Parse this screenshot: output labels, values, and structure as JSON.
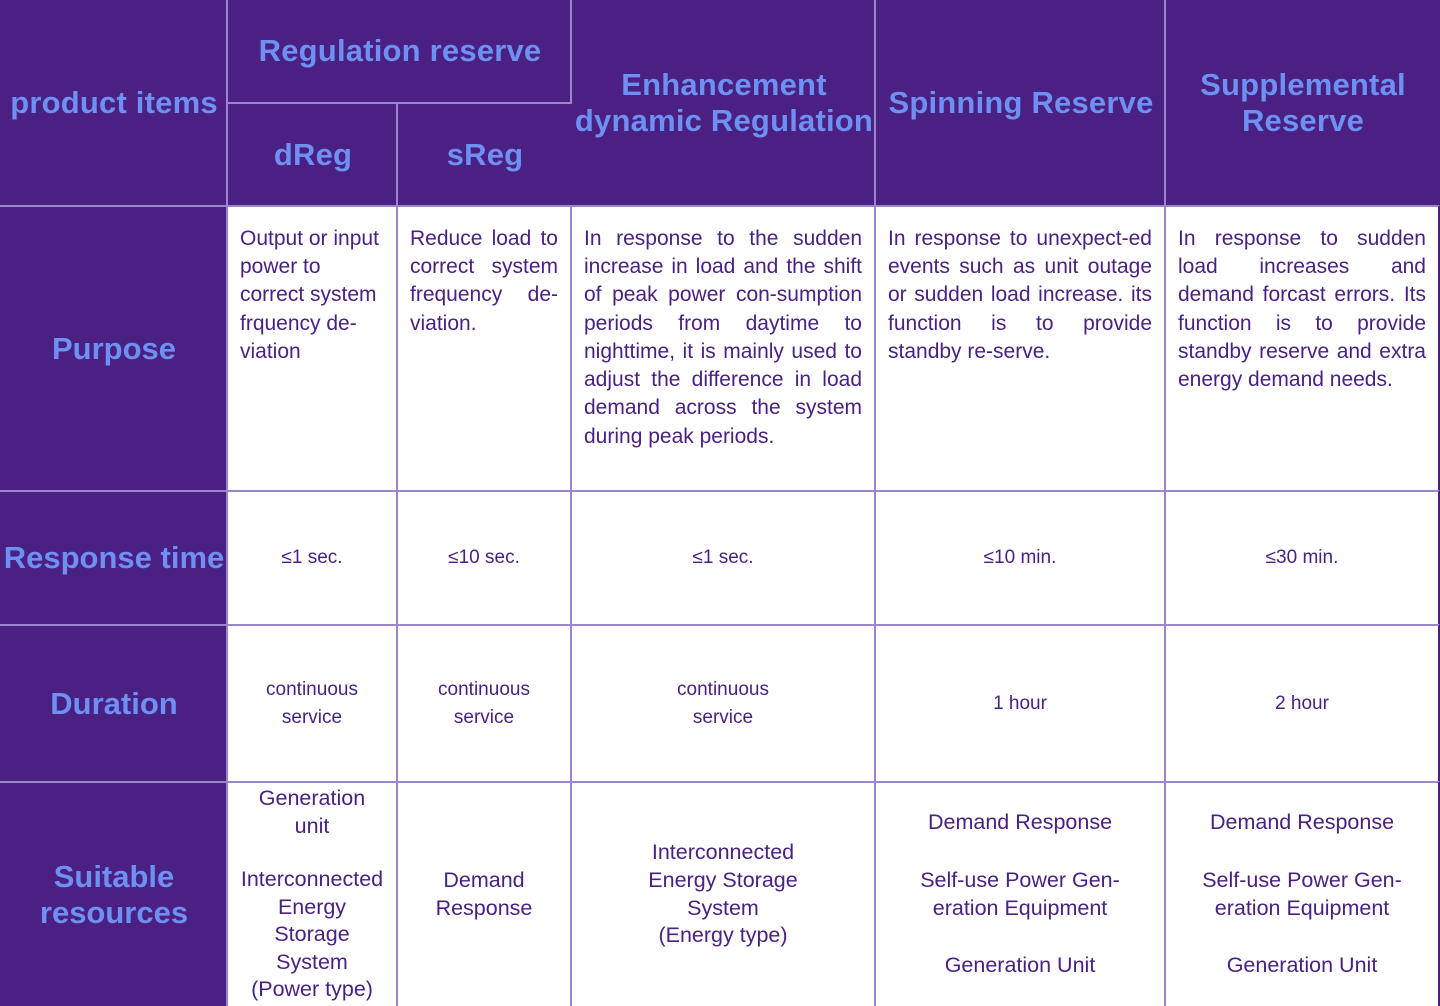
{
  "theme": {
    "dark_purple": "#4A2183",
    "header_text_blue": "#6E90F2",
    "body_text_purple": "#4A2183",
    "grid_line": "#9B86CC",
    "cell_background": "#FFFFFF"
  },
  "header": {
    "corner_label": "product items",
    "groups": [
      {
        "label": "Regulation reserve",
        "subcolumns": [
          "dReg",
          "sReg"
        ]
      }
    ],
    "columns": [
      "Regulation reserve",
      "Enhancement dynamic Regulation",
      "Spinning Reserve",
      "Supplemental Reserve"
    ],
    "col_dreg": "dReg",
    "col_sreg": "sReg",
    "col_regulation_reserve": "Regulation reserve",
    "col_enhancement": "Enhancement dynamic Regulation",
    "col_spinning": "Spinning Reserve",
    "col_supplemental": "Supplemental Reserve"
  },
  "rows": [
    {
      "label": "Purpose",
      "cells": {
        "dreg": "Output or input power to correct system frquency de-viation",
        "sreg": "Reduce load to correct system frequency de-viation.",
        "enhancement": "In response to the sudden increase in load and the shift of peak power con-sumption periods from daytime to nighttime, it is mainly used to adjust the difference in load demand across the system during peak periods.",
        "spinning": "In response to unexpect-ed events such as unit outage or sudden load increase. its function is to provide standby re-serve.",
        "supplemental": "In response to sudden load increases and demand forcast errors. Its function is to provide standby reserve and extra energy demand needs."
      }
    },
    {
      "label": "Response time",
      "cells": {
        "dreg": "≤1 sec.",
        "sreg": "≤10 sec.",
        "enhancement": "≤1 sec.",
        "spinning": "≤10 min.",
        "supplemental": "≤30 min."
      }
    },
    {
      "label": "Duration",
      "cells": {
        "dreg": "continuous\nservice",
        "sreg": "continuous\nservice",
        "enhancement": "continuous\nservice",
        "spinning": "1 hour",
        "supplemental": "2 hour"
      }
    },
    {
      "label": "Suitable resources",
      "cells": {
        "dreg_items": [
          "Generation unit",
          "Interconnected Energy Storage System (Power type)"
        ],
        "dreg_1": "Generation unit",
        "dreg_2": "Interconnected\nEnergy Storage\nSystem\n(Power type)",
        "sreg": "Demand\nResponse",
        "enhancement": "Interconnected\nEnergy Storage\nSystem\n(Energy type)",
        "spinning_1": "Demand Response",
        "spinning_2": "Self-use Power Gen-\neration Equipment",
        "spinning_3": "Generation Unit",
        "supplemental_1": "Demand Response",
        "supplemental_2": "Self-use Power Gen-\neration Equipment",
        "supplemental_3": "Generation Unit"
      }
    }
  ]
}
